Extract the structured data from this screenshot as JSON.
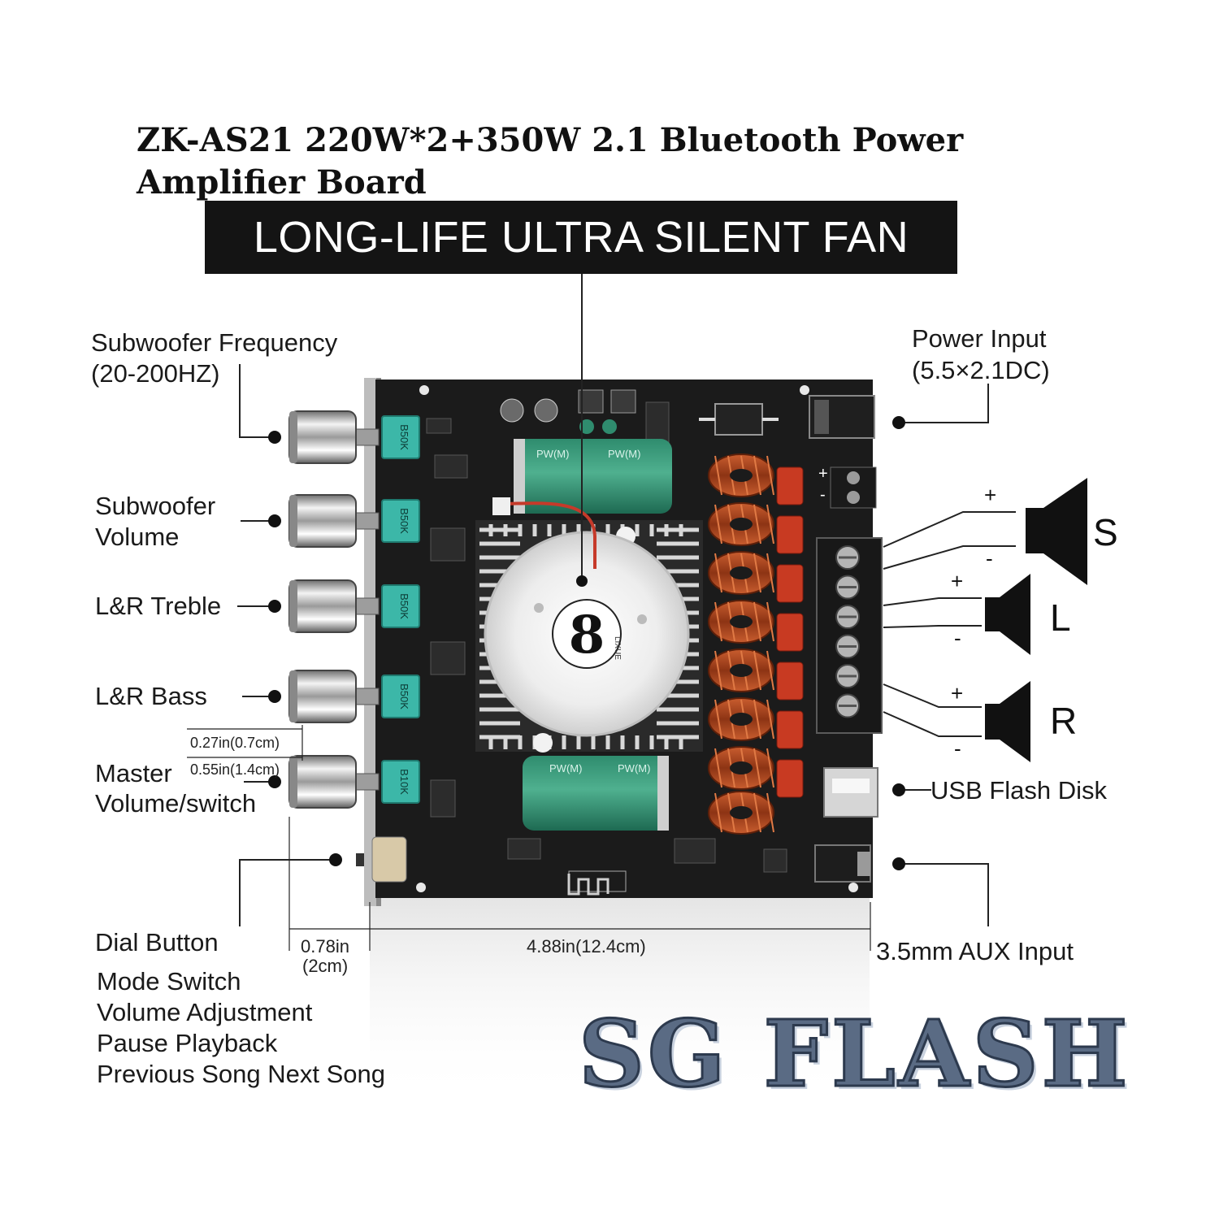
{
  "title": {
    "line1": "ZK-AS21 220W*2+350W 2.1 Bluetooth Power",
    "line2": "Amplifier Board"
  },
  "banner": "LONG-LIFE ULTRA SILENT FAN",
  "labels": {
    "sub_freq_1": "Subwoofer Frequency",
    "sub_freq_2": "(20-200HZ)",
    "sub_vol_1": "Subwoofer",
    "sub_vol_2": "Volume",
    "treble": "L&R Treble",
    "bass": "L&R Bass",
    "master_1": "Master",
    "master_2": "Volume/switch",
    "power_1": "Power Input",
    "power_2": "(5.5×2.1DC)",
    "usb": "USB Flash Disk",
    "aux": "3.5mm AUX Input",
    "dial": "Dial Button",
    "dial_functions": [
      "Mode Switch",
      "Volume Adjustment",
      "Pause Playback",
      "Previous Song Next Song"
    ]
  },
  "dimensions": {
    "knob_gap": "0.27in(0.7cm)",
    "knob_depth": "0.55in(1.4cm)",
    "shaft_1": "0.78in",
    "shaft_2": "(2cm)",
    "board_width": "4.88in(12.4cm)"
  },
  "speakers": [
    {
      "letter": "S",
      "plus": "+",
      "minus": "-"
    },
    {
      "letter": "L",
      "plus": "+",
      "minus": "-"
    },
    {
      "letter": "R",
      "plus": "+",
      "minus": "-"
    }
  ],
  "terminal": {
    "plus": "+",
    "minus": "-"
  },
  "pcb_marks": {
    "pot_values": [
      "B50K",
      "B50K",
      "B50K",
      "B50K",
      "B10K"
    ],
    "capacitor_text": "PW(M)",
    "fan_brand": "LIXUE"
  },
  "watermark": "SG FLASH",
  "colors": {
    "pcb": "#1b1b1b",
    "pot": "#3cb7a8",
    "capacitor": "#2f8c6e",
    "inductor": "#a5401c",
    "cap_red": "#c83a22",
    "heatsink": "#d6d6d6",
    "banner": "#141414",
    "watermark": "#5a6b84"
  }
}
